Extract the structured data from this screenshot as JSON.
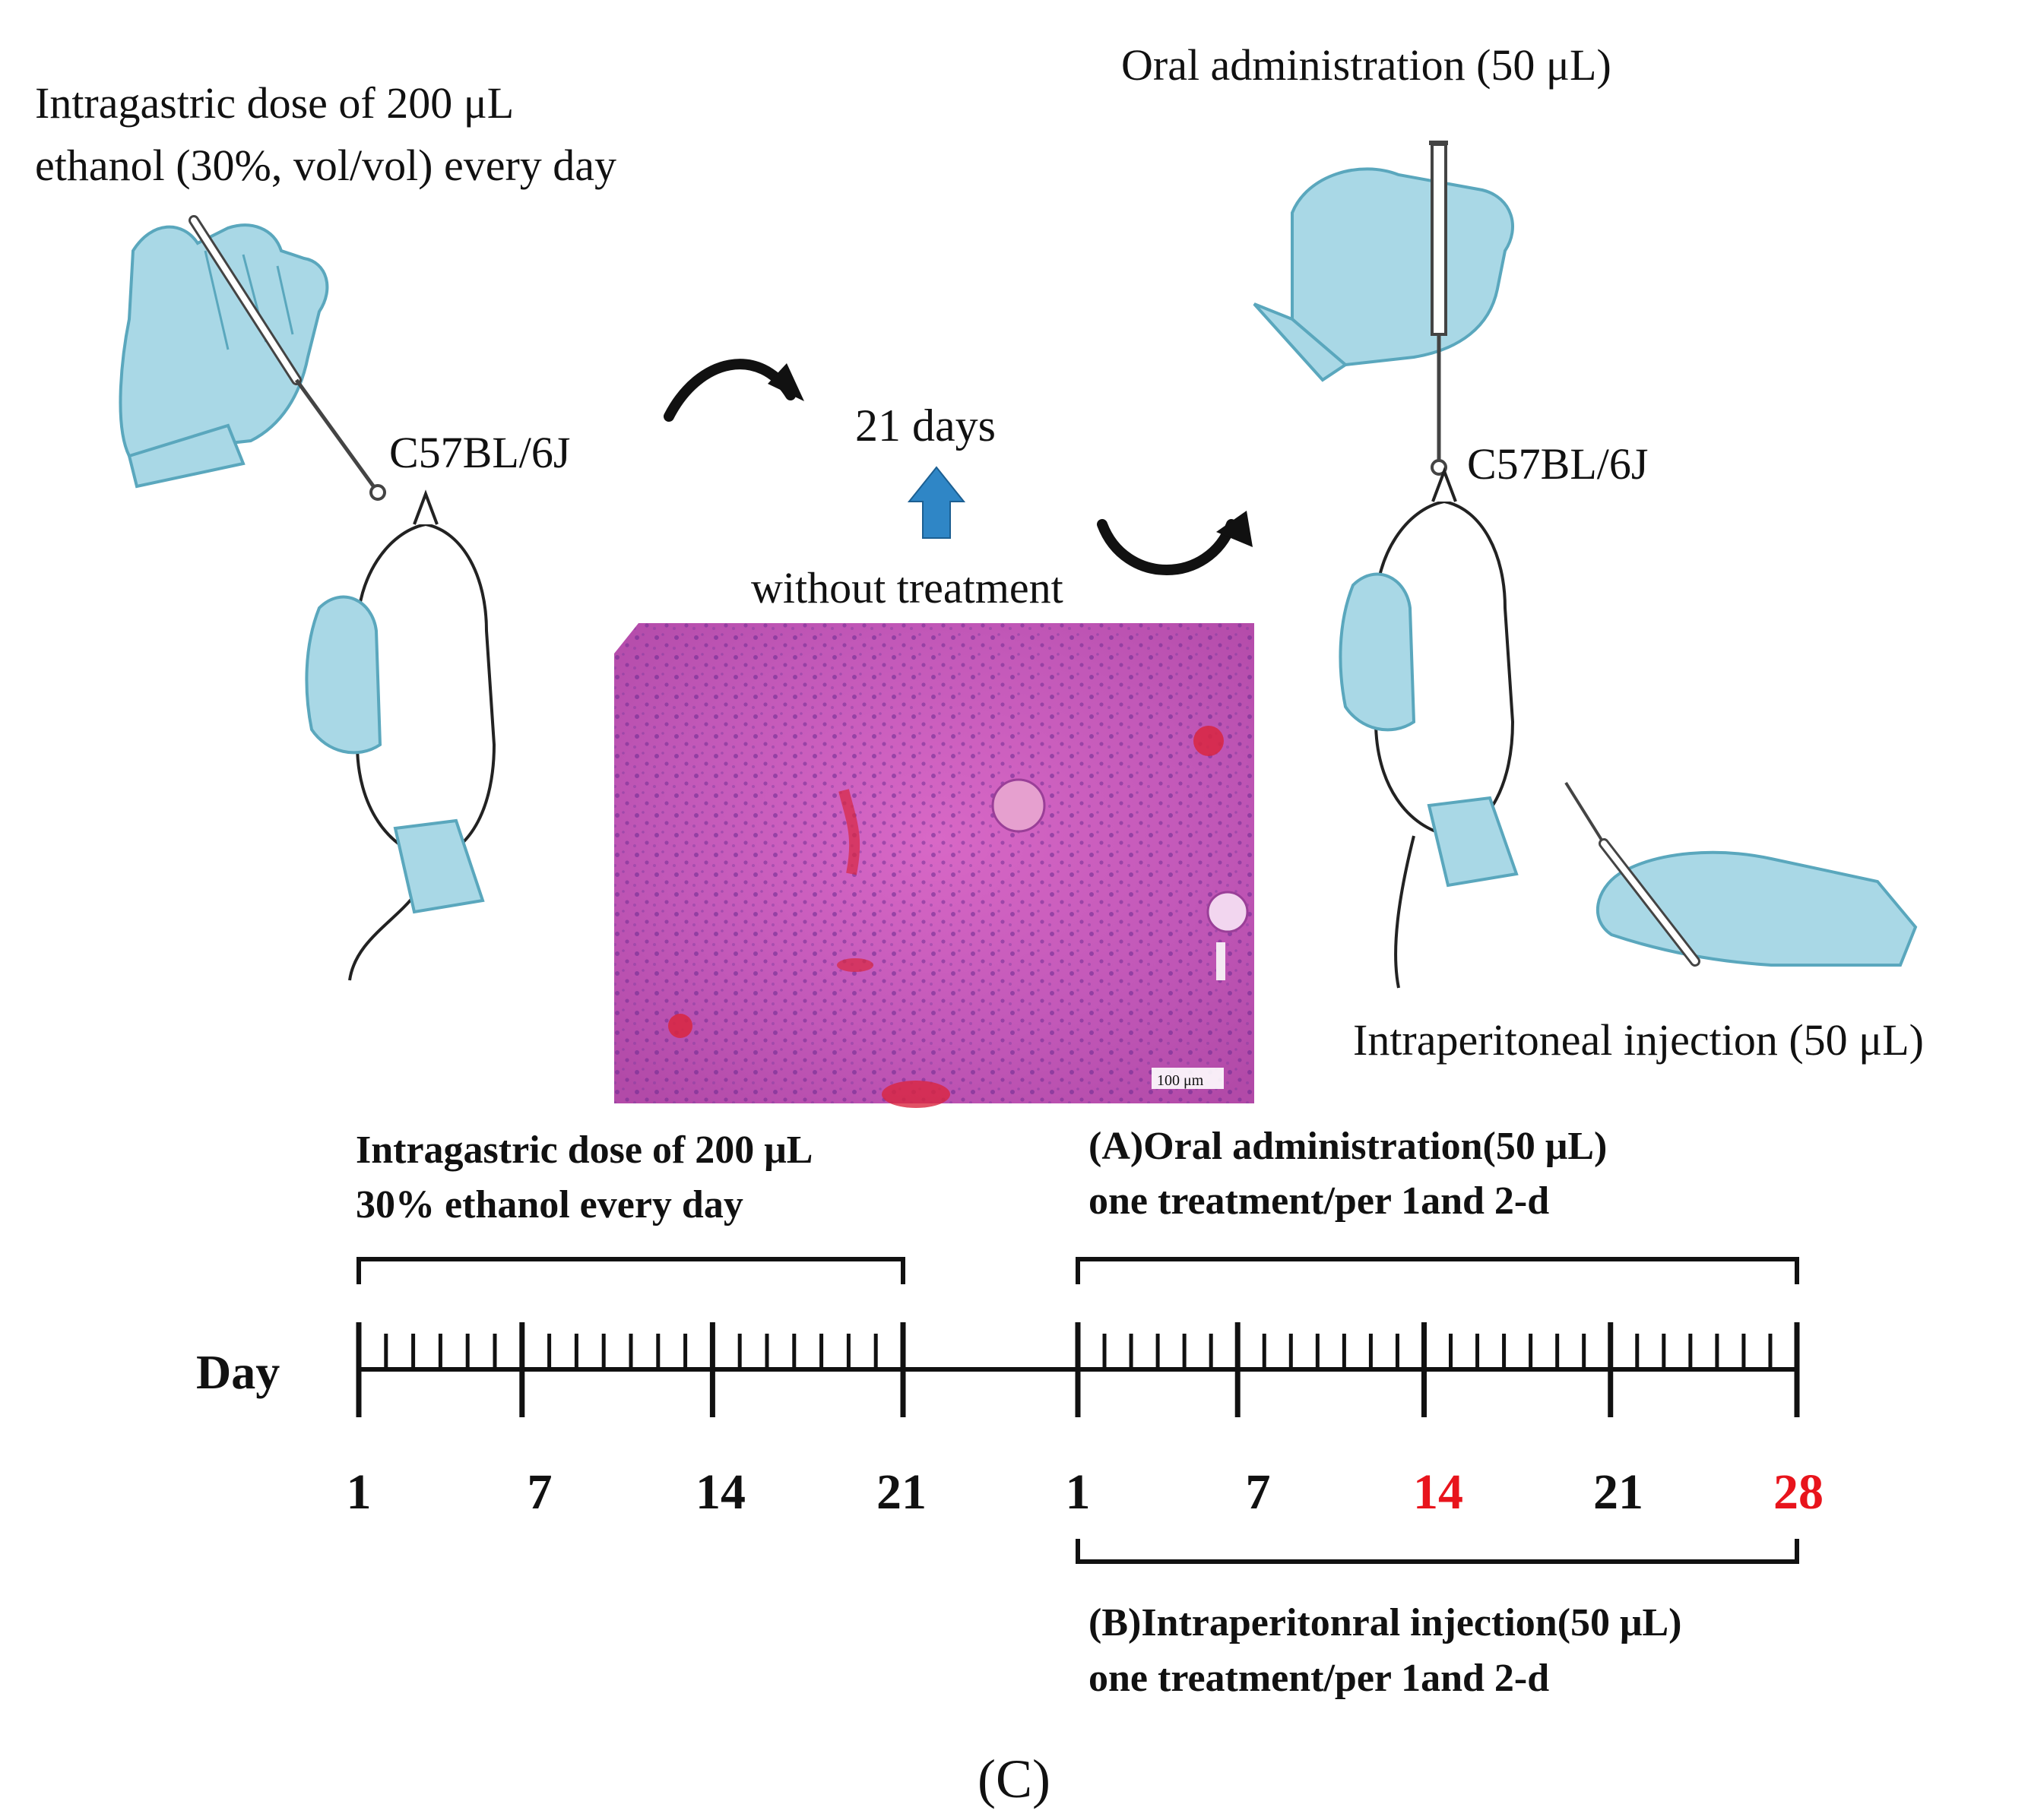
{
  "texts": {
    "intragastric_top_line1": "Intragastric dose of 200 μL",
    "intragastric_top_line2": "ethanol (30%, vol/vol) every day",
    "strain_left": "C57BL/6J",
    "strain_right": "C57BL/6J",
    "days_label": "21 days",
    "without_treatment": "without treatment",
    "oral_admin_top": "Oral administration (50 μL)",
    "ip_injection": "Intraperitoneal injection (50 μL)",
    "scale_bar": "100 μm",
    "timeline_left_line1": "Intragastric dose of 200 μL",
    "timeline_left_line2": "30% ethanol every day",
    "timeline_a_line1": "(A)Oral administration(50 μL)",
    "timeline_a_line2": "one treatment/per 1and 2-d",
    "timeline_b_line1": "(B)Intraperitonral injection(50 μL)",
    "timeline_b_line2": "one treatment/per 1and 2-d",
    "day_axis_label": "Day",
    "panel_label": "(C)"
  },
  "ticks": {
    "left": [
      "1",
      "7",
      "14",
      "21"
    ],
    "right": [
      "1",
      "7",
      "14",
      "21",
      "28"
    ],
    "highlighted_right": [
      "14",
      "28"
    ]
  },
  "colors": {
    "glove": "#a9d8e6",
    "glove_stroke": "#5aa7bd",
    "arrow_blue": "#2f86c6",
    "tissue": "#c45ab8",
    "highlight": "#e8141c",
    "ink": "#111111"
  }
}
